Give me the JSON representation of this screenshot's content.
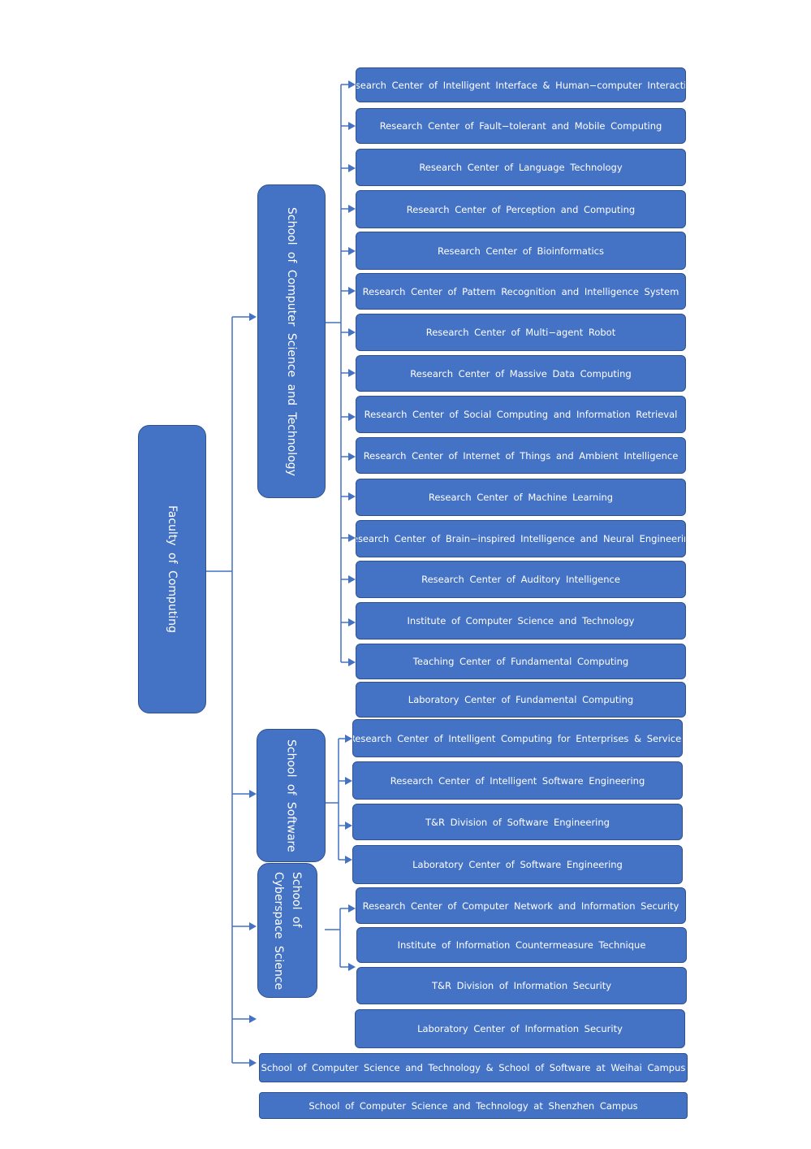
{
  "root": {
    "label": "Faculty of Computing"
  },
  "schools": [
    {
      "label": "School of Computer Science and Technology",
      "units": [
        "Research Center of Intelligent Interface & Human−computer Interaction",
        "Research Center of Fault−tolerant and Mobile Computing",
        "Research Center of Language Technology",
        "Research Center of Perception and Computing",
        "Research Center of Bioinformatics",
        "Research Center of Pattern Recognition and Intelligence System",
        "Research Center of Multi−agent Robot",
        "Research Center of Massive Data Computing",
        "Research Center of Social Computing and Information Retrieval",
        "Research Center of Internet of Things and Ambient Intelligence",
        "Research Center of Machine Learning",
        "Research Center of Brain−inspired Intelligence and Neural Engineering",
        "Research Center of Auditory Intelligence",
        "Institute of Computer Science and Technology",
        "Teaching Center of Fundamental Computing",
        "Laboratory Center of Fundamental Computing"
      ]
    },
    {
      "label": "School of Software",
      "units": [
        "Research Center of Intelligent Computing for Enterprises & Services",
        "Research Center of Intelligent Software Engineering",
        "T&R Division of Software Engineering",
        "Laboratory Center of Software Engineering"
      ]
    },
    {
      "label": "School of Cyberspace Science",
      "units": [
        "Research Center of Computer Network and Information Security",
        "Institute of Information Countermeasure Technique",
        "T&R Division of Information Security",
        "Laboratory Center of Information Security"
      ]
    }
  ],
  "campuses": [
    "School of Computer Science and Technology & School of Software at Weihai Campus",
    "School of Computer Science and Technology at Shenzhen Campus"
  ],
  "colors": {
    "fill": "#4472C4",
    "border": "#2F528F",
    "connector": "#4472C4"
  }
}
